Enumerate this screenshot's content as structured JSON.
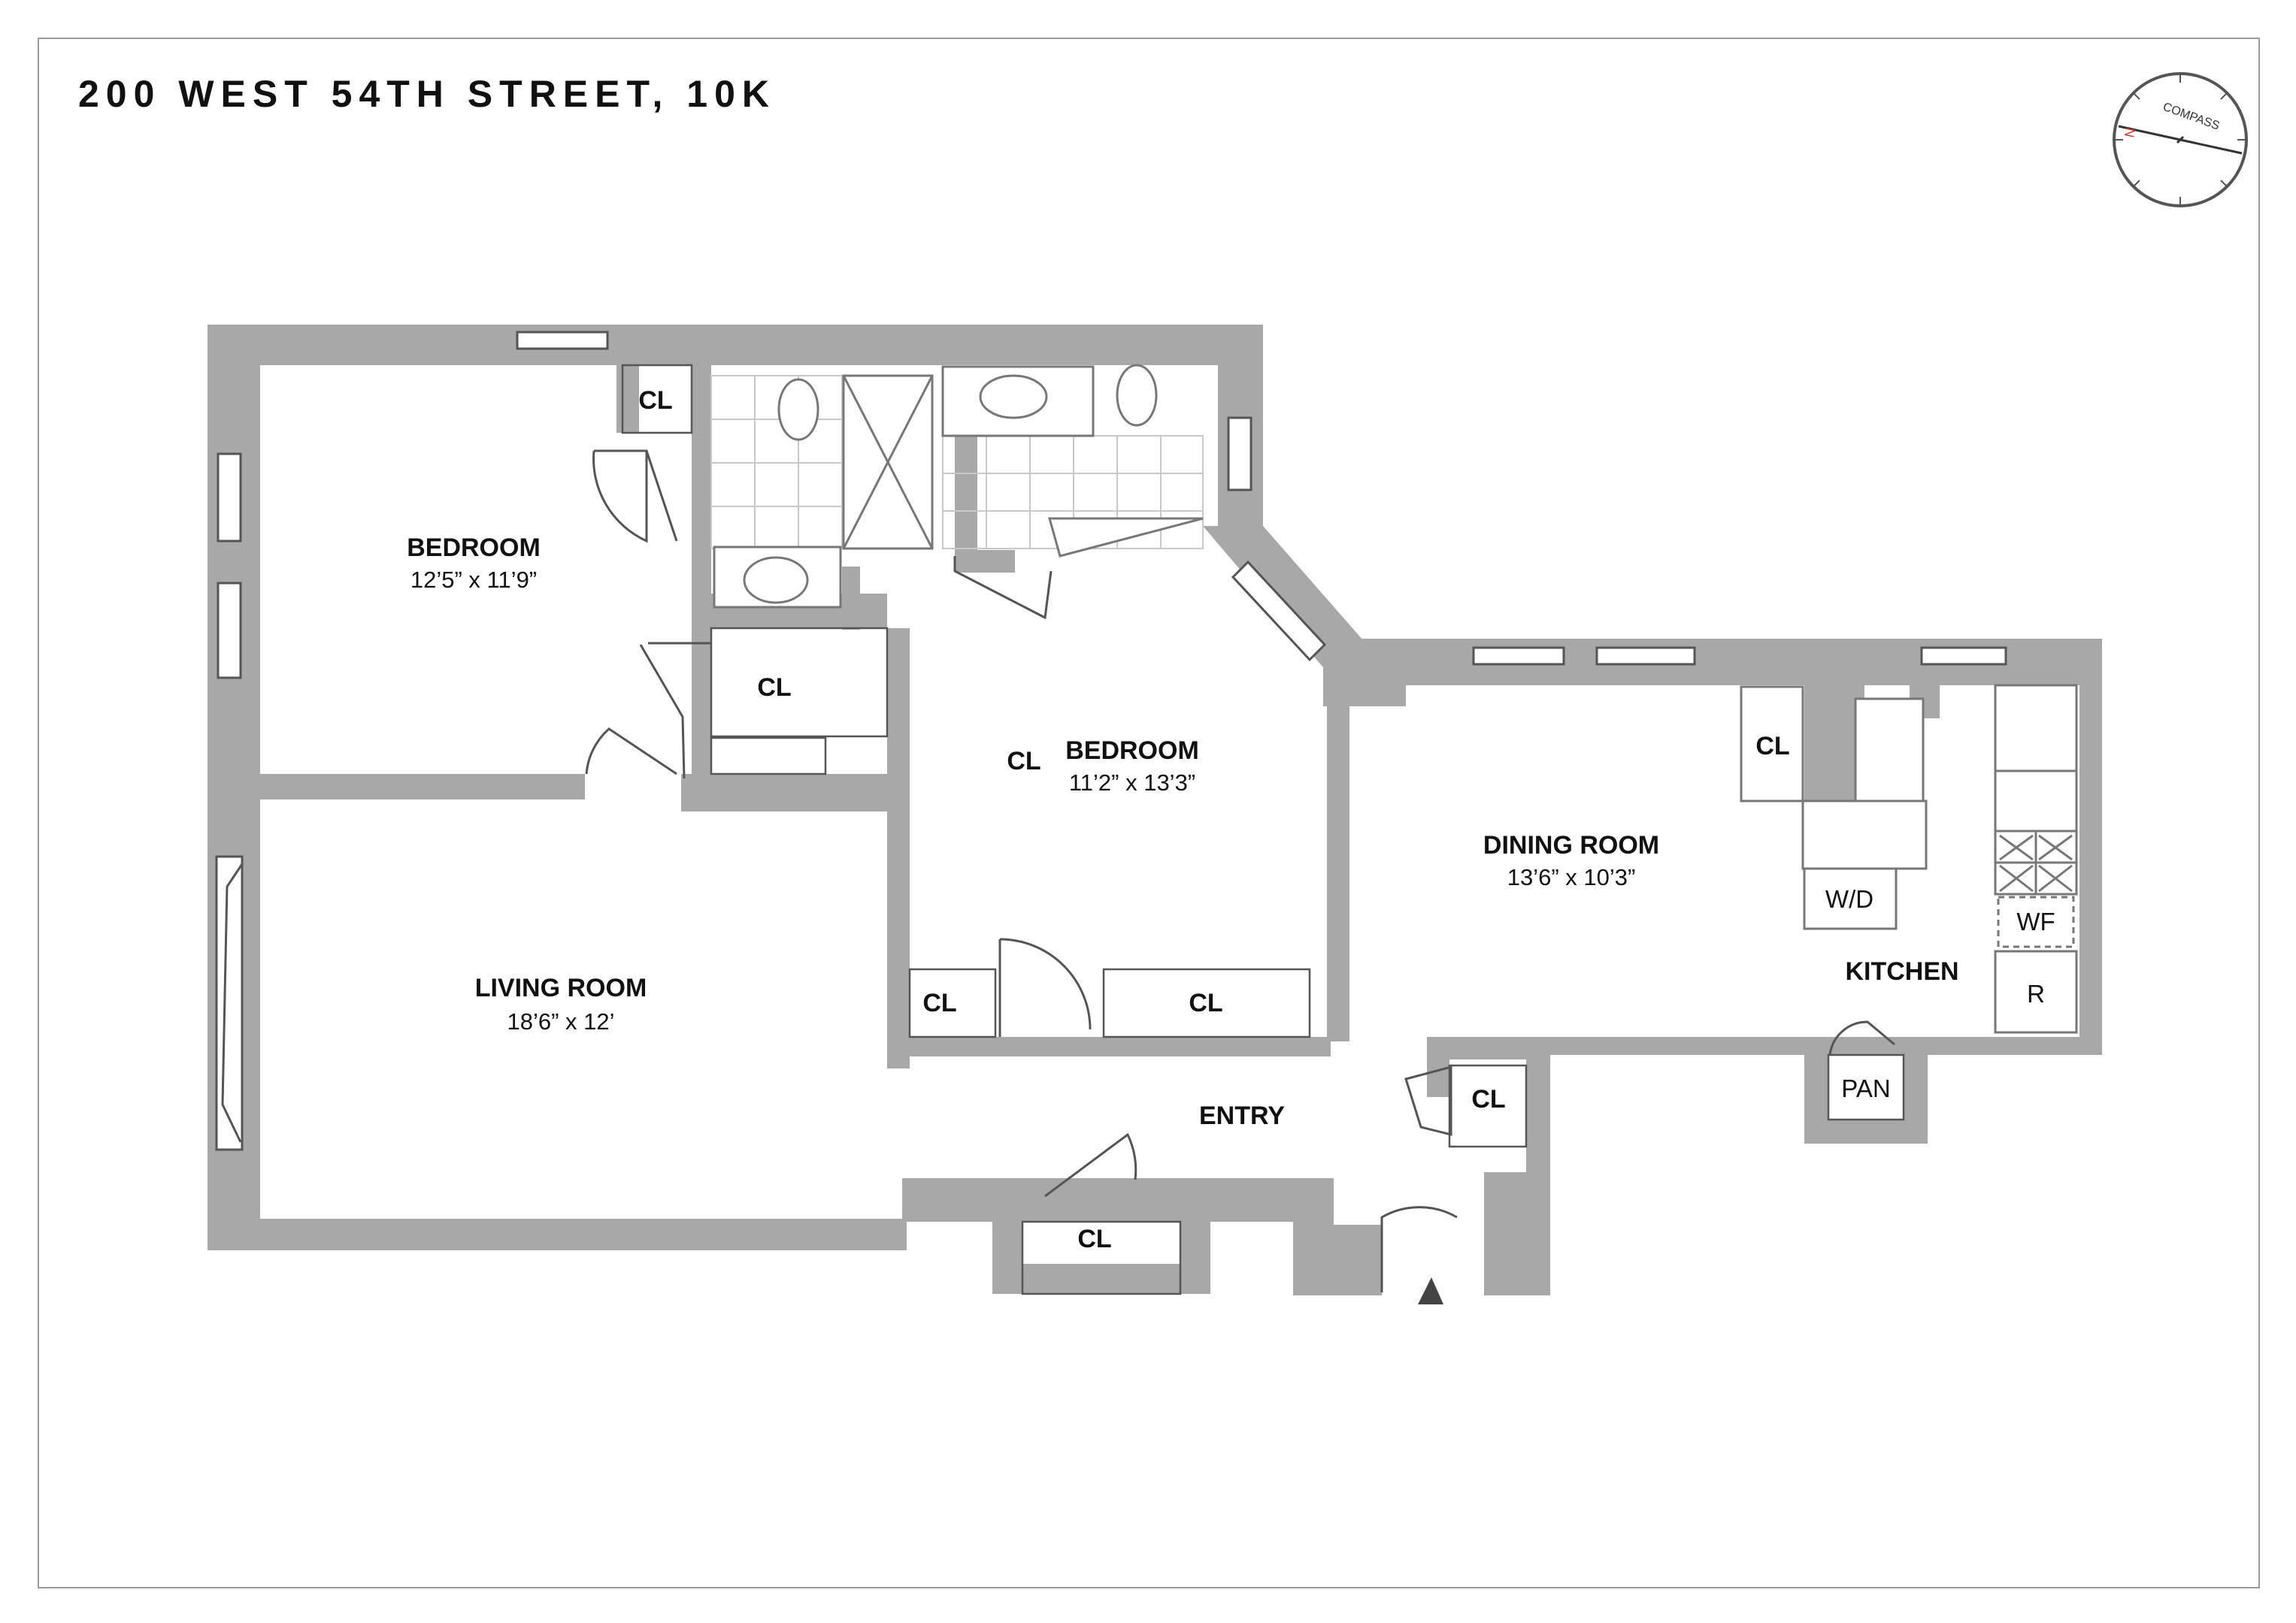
{
  "title": "200 WEST 54TH STREET, 10K",
  "compass": {
    "label": "COMPASS",
    "north": "N"
  },
  "colors": {
    "wall": "#a8a8a8",
    "fixture": "#777777",
    "text": "#111111",
    "frame": "#9a9a9a"
  },
  "rooms": {
    "bedroom1": {
      "name": "BEDROOM",
      "dims": "12’5” x 11’9”"
    },
    "bedroom2": {
      "name": "BEDROOM",
      "dims": "11’2” x 13’3”"
    },
    "living": {
      "name": "LIVING ROOM",
      "dims": "18’6” x 12’"
    },
    "dining": {
      "name": "DINING ROOM",
      "dims": "13’6” x 10’3”"
    },
    "kitchen": {
      "name": "KITCHEN"
    },
    "entry": {
      "name": "ENTRY"
    }
  },
  "closets": [
    "CL",
    "CL",
    "CL",
    "CL",
    "CL",
    "CL",
    "CL",
    "CL"
  ],
  "appliances": {
    "washer_dryer": "W/D",
    "wine_fridge": "WF",
    "refrigerator": "R",
    "pantry": "PAN"
  }
}
